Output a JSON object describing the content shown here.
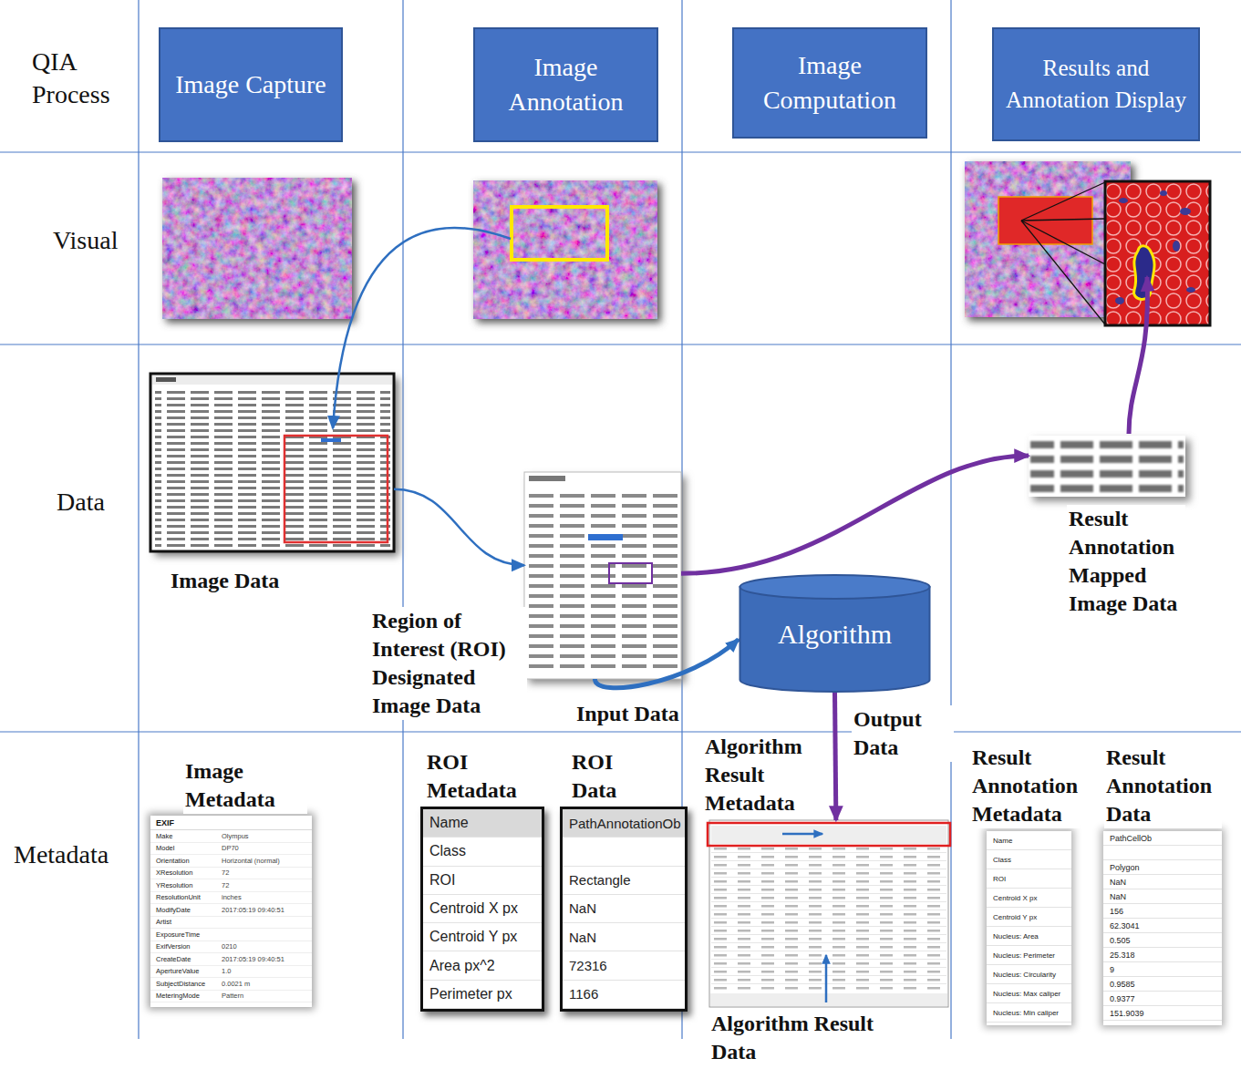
{
  "diagram": {
    "nodes": [
      {
        "text": [
          "Image Capture"
        ]
      },
      {
        "text": [
          "Image Annotation"
        ]
      },
      {
        "text": [
          "Image Computation"
        ]
      },
      {
        "text": [
          "Results and Annotation Display"
        ]
      },
      {
        "text": [
          "Image Data"
        ]
      },
      {
        "text": [
          "Region of Interest (ROI) Designated Image Data"
        ]
      },
      {
        "text": [
          "Algorithm"
        ]
      },
      {
        "text": [
          "Result Annotation Mapped Image Data"
        ]
      },
      {
        "text": [
          "Image Metadata",
          "EXIF",
          "Make",
          "Olympus",
          "Model",
          "DP70",
          "Orientation",
          "Horizontal (normal)",
          "XResolution",
          "72",
          "YResolution",
          "72",
          "ResolutionUnit",
          "inches",
          "ModifyDate",
          "2017:05:19 09:40:51",
          "Artist",
          "ExposureTime",
          "ExifVersion",
          "0210",
          "CreateDate",
          "2017:05:19 09:40:51",
          "ApertureValue",
          "1.0",
          "SubjectDistance",
          "0.0021 m",
          "MeteringMode",
          "Pattern"
        ]
      },
      {
        "text": [
          "ROI Metadata",
          "Name",
          "Class",
          "ROI",
          "Centroid X px",
          "Centroid Y px",
          "Area px^2",
          "Perimeter px"
        ]
      },
      {
        "text": [
          "ROI Data",
          "PathAnnotationOb",
          "Rectangle",
          "NaN",
          "NaN",
          "72316",
          "1166"
        ]
      },
      {
        "text": [
          "Algorithm Result Metadata",
          "Algorithm Result Data"
        ]
      },
      {
        "text": [
          "Result Annotation Metadata",
          "Name",
          "Class",
          "ROI",
          "Centroid X px",
          "Centroid Y px",
          "Nucleus: Area",
          "Nucleus: Perimeter",
          "Nucleus: Circularity",
          "Nucleus: Max caliper",
          "Nucleus: Min caliper"
        ]
      },
      {
        "text": [
          "Result Annotation Data",
          "PathCellOb",
          "Polygon",
          "NaN",
          "NaN",
          "156",
          "62.3041",
          "0.505",
          "25.318",
          "9",
          "0.9585",
          "0.9377",
          "151.9039"
        ]
      }
    ],
    "edges": [
      {
        "from": 4,
        "to": 5,
        "arrow": "to"
      },
      {
        "from": 5,
        "to": 6,
        "label": "Input Data",
        "arrow": "to"
      },
      {
        "from": 5,
        "to": 7,
        "arrow": "to"
      },
      {
        "from": 6,
        "to": 11,
        "label": "Output Data",
        "arrow": "to"
      }
    ],
    "labels": [
      "QIA Process",
      "Visual",
      "Data",
      "Metadata"
    ]
  }
}
